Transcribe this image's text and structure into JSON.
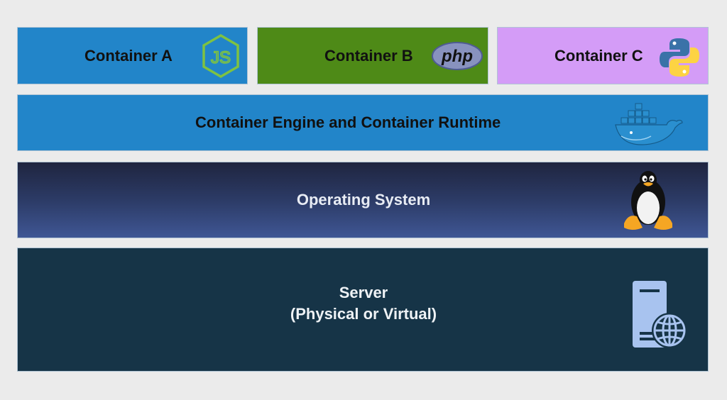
{
  "layers": {
    "container_a": {
      "label": "Container A",
      "icon": "nodejs-icon"
    },
    "container_b": {
      "label": "Container B",
      "icon": "php-icon",
      "icon_text": "php"
    },
    "container_c": {
      "label": "Container C",
      "icon": "python-icon"
    },
    "engine": {
      "label": "Container Engine and Container Runtime",
      "icon": "docker-whale-icon"
    },
    "os": {
      "label": "Operating System",
      "icon": "linux-tux-icon"
    },
    "server": {
      "label_line1": "Server",
      "label_line2": "(Physical or Virtual)",
      "icon": "server-globe-icon"
    }
  },
  "colors": {
    "background": "#ebebeb",
    "container_blue": "#2285c9",
    "container_green": "#4e8a17",
    "container_purple": "#d49cf7",
    "os_gradient_top": "#1f2540",
    "os_gradient_bottom": "#3f5694",
    "server": "#163447"
  }
}
